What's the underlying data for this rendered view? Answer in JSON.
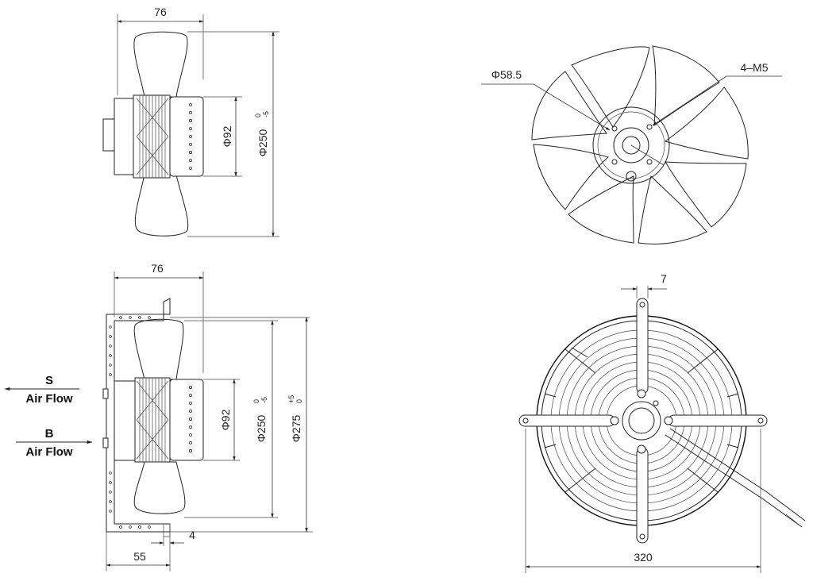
{
  "views": {
    "side_top": {
      "width_label": "76",
      "hub_dia_label": "Φ92",
      "fan_dia_label": "Φ250",
      "tol_upper": "0",
      "tol_lower": "-5"
    },
    "side_bottom": {
      "width_label": "76",
      "hub_dia_label": "Φ92",
      "fan_dia_label": "Φ250",
      "fan_tol_upper": "0",
      "fan_tol_lower": "-5",
      "guard_dia_label": "Φ275",
      "guard_tol_upper": "+5",
      "guard_tol_lower": "0",
      "flange_label": "4",
      "base_label": "55"
    },
    "front_top": {
      "bore_label": "Φ58.5",
      "holes_label": "4–M5"
    },
    "front_bottom": {
      "slot_label": "7",
      "width_label": "320"
    }
  },
  "airflow": {
    "s": {
      "letter": "S",
      "text": "Air Flow"
    },
    "b": {
      "letter": "B",
      "text": "Air Flow"
    }
  }
}
